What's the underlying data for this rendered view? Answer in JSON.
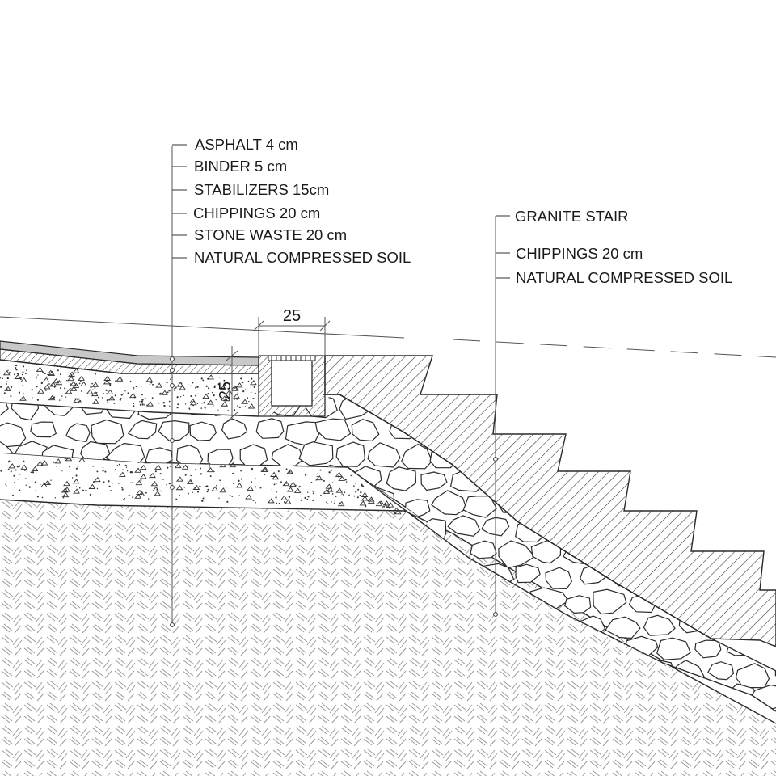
{
  "pavement_callout": {
    "layers": [
      "ASPHALT 4 cm",
      "BINDER 5 cm",
      "STABILIZERS 15cm",
      "CHIPPINGS 20 cm",
      "STONE WASTE 20 cm",
      "NATURAL COMPRESSED SOIL"
    ]
  },
  "stair_callout": {
    "layers": [
      "GRANITE STAIR",
      "CHIPPINGS 20 cm",
      "NATURAL COMPRESSED SOIL"
    ]
  },
  "dimensions": {
    "drain_width": "25",
    "drain_depth": "25"
  },
  "colors": {
    "line": "#2a2a2a",
    "hatch": "#444444",
    "asphalt": "#c8c8c8",
    "soil_pattern": "#9a9a9a"
  }
}
